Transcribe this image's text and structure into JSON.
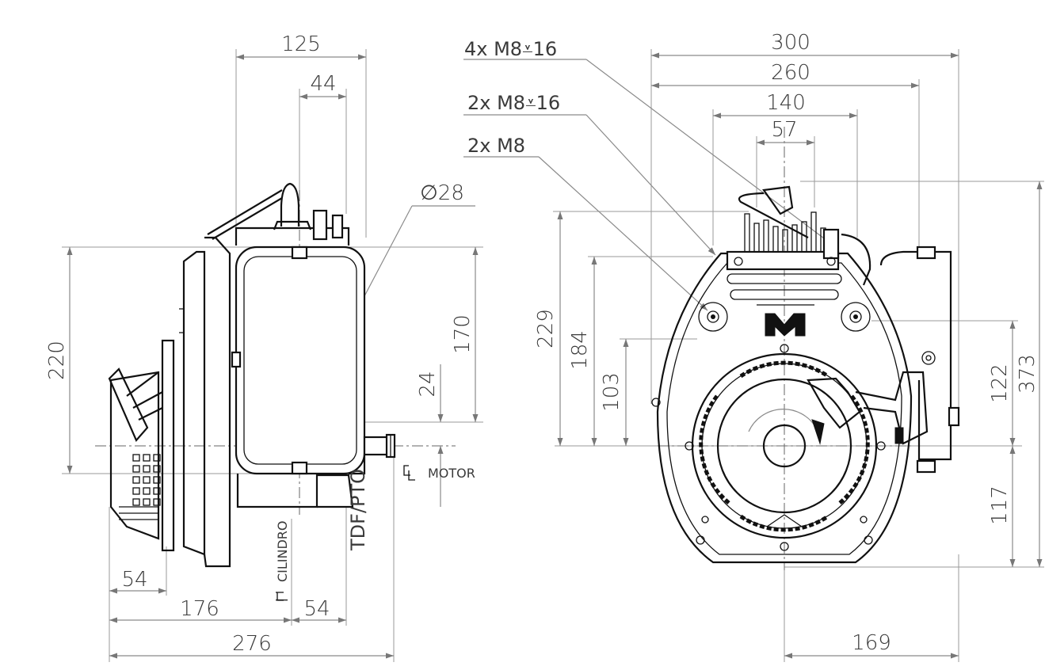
{
  "side_view": {
    "dims": {
      "width_125": "125",
      "width_44": "44",
      "dia_28": "∅28",
      "height_220": "220",
      "height_170": "170",
      "height_24": "24",
      "bottom_54_left": "54",
      "bottom_176": "176",
      "bottom_54_right": "54",
      "bottom_276": "276"
    },
    "labels": {
      "cl_cilindro": "CILINDRO",
      "tdf_pto": "TDF/PTO",
      "cl_motor": "MOTOR",
      "cl_symbol": "C L"
    }
  },
  "front_view": {
    "dims": {
      "width_300": "300",
      "width_260": "260",
      "width_140": "140",
      "width_57": "57",
      "height_229": "229",
      "height_184": "184",
      "height_103": "103",
      "height_122": "122",
      "height_373": "373",
      "height_117": "117",
      "bottom_169": "169"
    },
    "callouts": {
      "thread_4x": "4x M8⩡16",
      "thread_2x_deep": "2x M8⩡16",
      "thread_2x": "2x M8"
    },
    "logo_text": "M"
  }
}
